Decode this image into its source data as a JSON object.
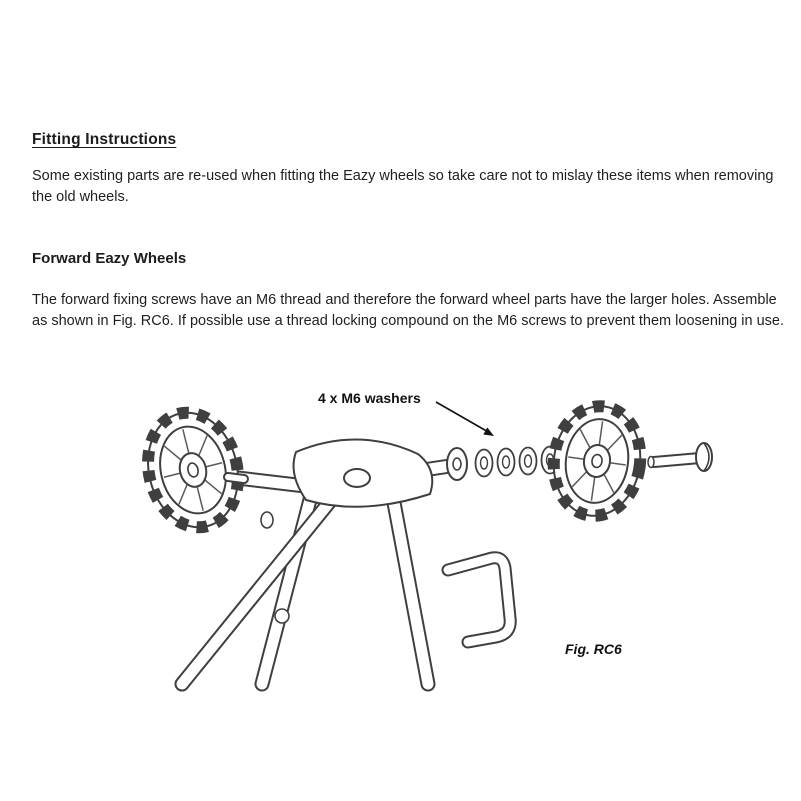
{
  "doc": {
    "heading": "Fitting Instructions",
    "intro": "Some existing parts are re-used when fitting the Eazy wheels so take care not to mislay these items when removing the old wheels.",
    "section": {
      "heading": "Forward Eazy Wheels",
      "body": "The forward fixing screws have an M6 thread and therefore the forward wheel parts have the larger holes. Assemble as shown in Fig. RC6. If possible use a thread locking compound on the M6 screws to prevent them loosening in use."
    },
    "figure": {
      "label": "4 x M6 washers",
      "caption": "Fig. RC6",
      "line_color": "#3f3f3f"
    }
  }
}
